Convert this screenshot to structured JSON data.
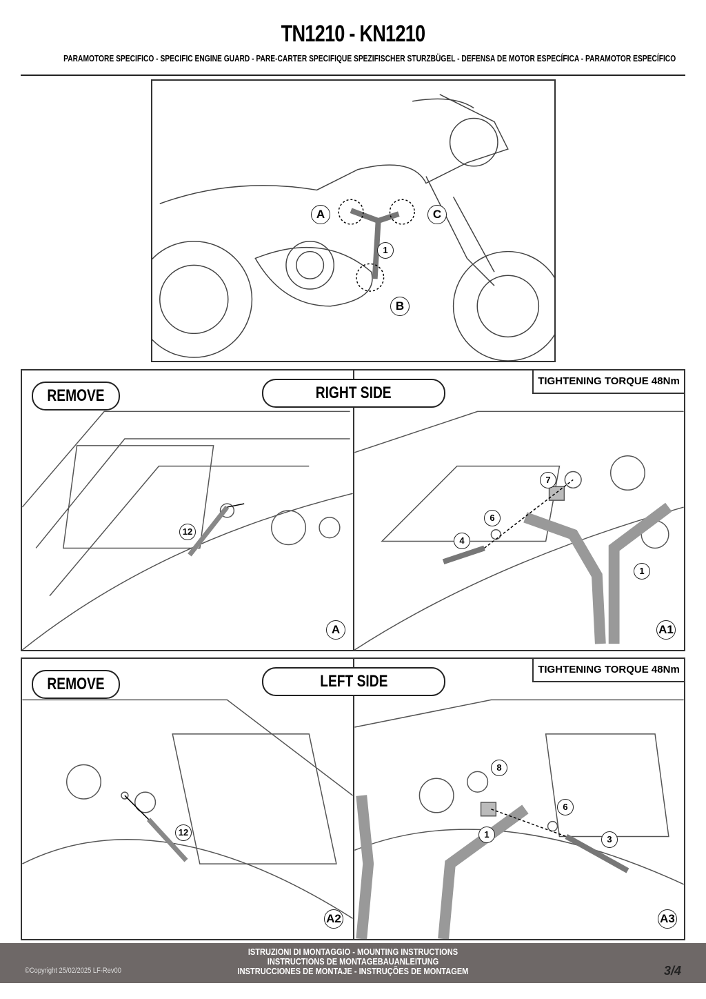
{
  "header": {
    "title": "TN1210 - KN1210",
    "subtitle": "PARAMOTORE SPECIFICO  -  SPECIFIC ENGINE GUARD - PARE-CARTER SPECIFIQUE SPEZIFISCHER STURZBÜGEL - DEFENSA DE MOTOR ESPECÍFICA - PARAMOTOR ESPECÍFICO"
  },
  "overview": {
    "labels": [
      "A",
      "B",
      "C",
      "1"
    ]
  },
  "right_side": {
    "title": "RIGHT SIDE",
    "remove": "REMOVE",
    "torque": "TIGHTENING TORQUE 48Nm",
    "left_panel": {
      "callouts": [
        "12"
      ],
      "step": "A"
    },
    "right_panel": {
      "callouts": [
        "7",
        "6",
        "4",
        "1"
      ],
      "step": "A1"
    }
  },
  "left_side": {
    "title": "LEFT SIDE",
    "remove": "REMOVE",
    "torque": "TIGHTENING TORQUE 48Nm",
    "left_panel": {
      "callouts": [
        "12"
      ],
      "step": "A2"
    },
    "right_panel": {
      "callouts": [
        "8",
        "6",
        "1",
        "3"
      ],
      "step": "A3"
    }
  },
  "footer": {
    "copyright": "©Copyright 25/02/2025 LF-Rev00",
    "lines": [
      "ISTRUZIONI DI MONTAGGIO  -  MOUNTING INSTRUCTIONS",
      "INSTRUCTIONS DE MONTAGEBAUANLEITUNG",
      "INSTRUCCIONES DE MONTAJE - INSTRUÇÕES DE MONTAGEM"
    ],
    "page": "3/4"
  }
}
